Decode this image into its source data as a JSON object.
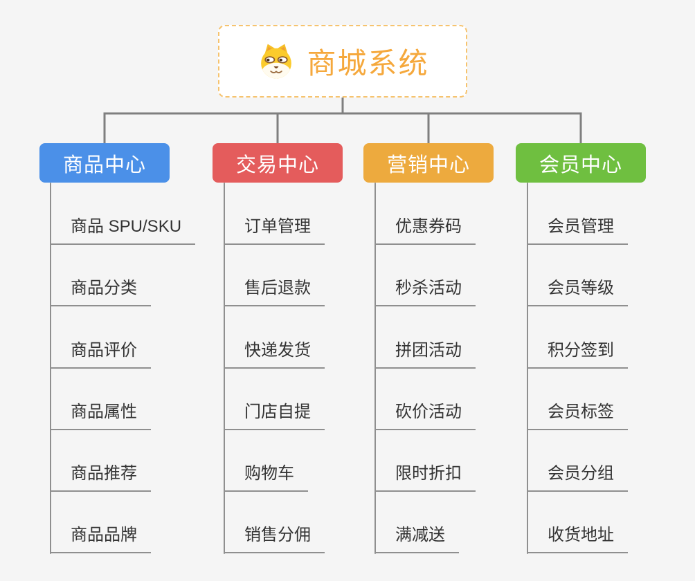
{
  "page": {
    "background_color": "#f5f5f5",
    "connector_color": "#7f7f7f",
    "underline_color": "#8f8f8f",
    "leaf_text_color": "#333333"
  },
  "root": {
    "title": "商城系统",
    "icon": "doge-icon",
    "text_color": "#f5a83c",
    "border_color": "#f6c36e",
    "background_color": "#ffffff"
  },
  "branches": [
    {
      "label": "商品中心",
      "color": "#4b90e8",
      "items": [
        "商品 SPU/SKU",
        "商品分类",
        "商品评价",
        "商品属性",
        "商品推荐",
        "商品品牌"
      ]
    },
    {
      "label": "交易中心",
      "color": "#e45c5c",
      "items": [
        "订单管理",
        "售后退款",
        "快递发货",
        "门店自提",
        "购物车",
        "销售分佣"
      ]
    },
    {
      "label": "营销中心",
      "color": "#edaa3e",
      "items": [
        "优惠券码",
        "秒杀活动",
        "拼团活动",
        "砍价活动",
        "限时折扣",
        "满减送"
      ]
    },
    {
      "label": "会员中心",
      "color": "#6fbf40",
      "items": [
        "会员管理",
        "会员等级",
        "积分签到",
        "会员标签",
        "会员分组",
        "收货地址"
      ]
    }
  ]
}
